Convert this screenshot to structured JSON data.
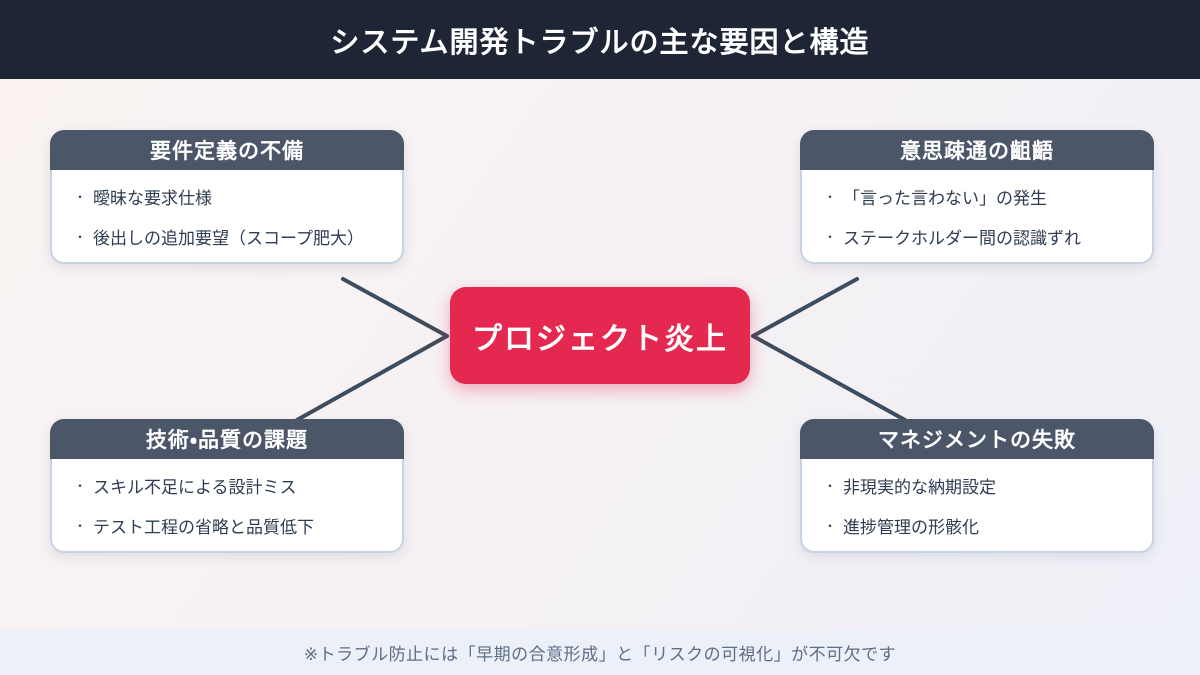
{
  "header": {
    "title": "システム開発トラブルの主な要因と構造"
  },
  "center_node": {
    "label": "プロジェクト炎上"
  },
  "bullet_char": "・",
  "boxes": [
    {
      "id": "requirements",
      "title": "要件定義の不備",
      "items": [
        "曖昧な要求仕様",
        "後出しの追加要望（スコープ肥大）"
      ]
    },
    {
      "id": "communication",
      "title": "意思疎通の齟齬",
      "items": [
        "「言った言わない」の発生",
        "ステークホルダー間の認識ずれ"
      ]
    },
    {
      "id": "quality",
      "title": "技術・品質の課題",
      "items": [
        "スキル不足による設計ミス",
        "テスト工程の省略と品質低下"
      ]
    },
    {
      "id": "management",
      "title": "マネジメントの失敗",
      "items": [
        "非現実的な納期設定",
        "進捗管理の形骸化"
      ]
    }
  ],
  "footer": {
    "note": "※トラブル防止には「早期の合意形成」と「リスクの可視化」が不可欠です"
  },
  "colors": {
    "title_bar_bg": "#1e2636",
    "box_header_bg": "#4b5769",
    "box_border": "#c7d3e3",
    "center_bg": "#e5284f",
    "connector_line": "#3e4c5f",
    "footer_band_bg": "#ecf0f8",
    "footer_text": "#5d6e85",
    "item_text": "#2e3d52"
  }
}
